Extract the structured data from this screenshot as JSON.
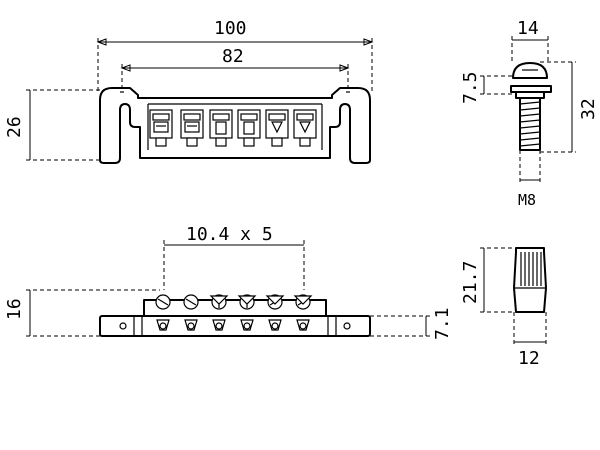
{
  "dimensions": {
    "top_overall_width": "100",
    "top_inner_width": "82",
    "top_height": "26",
    "stud_head_width": "14",
    "stud_head_height": "7.5",
    "stud_length": "32",
    "stud_thread": "M8",
    "saddle_spacing": "10.4 x 5",
    "front_height": "16",
    "base_height": "7.1",
    "bushing_height": "21.7",
    "bushing_diameter": "12"
  }
}
